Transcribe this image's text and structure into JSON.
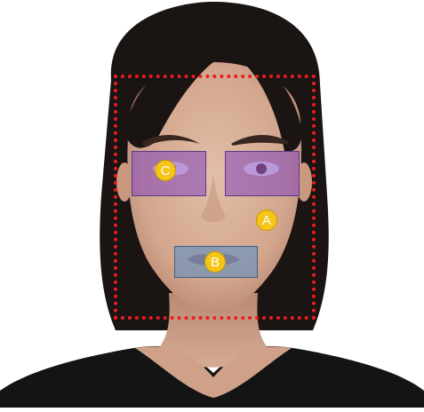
{
  "image": {
    "background": "#ffffff",
    "skin": "#d7ae96",
    "hair": "#1a1413",
    "clothing": "#141414"
  },
  "regions": {
    "face": {
      "label": "A",
      "color": "#e81d1d",
      "style": "dotted outline"
    },
    "mouth": {
      "label": "B",
      "color": "#508cc8"
    },
    "eyes": {
      "label": "C",
      "color": "#8246be"
    }
  },
  "badge_color": "#f5c518"
}
